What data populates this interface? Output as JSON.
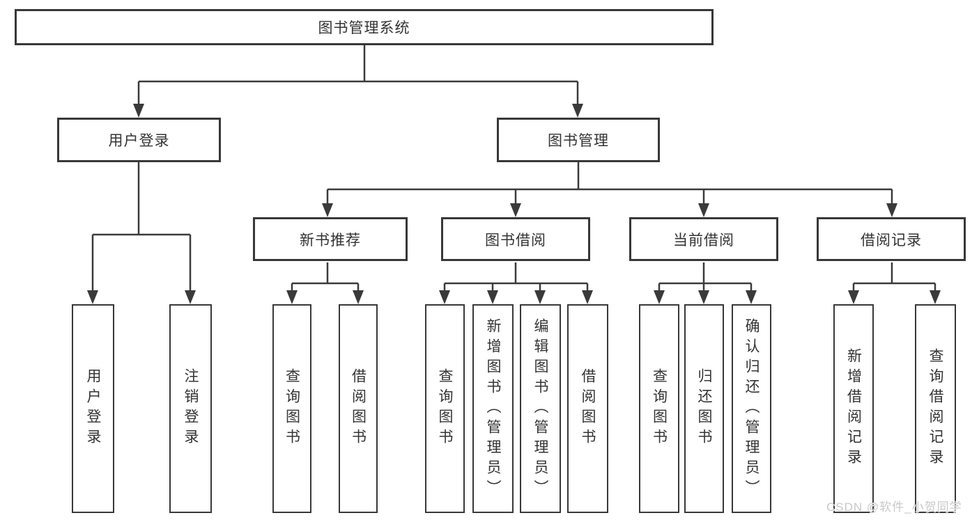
{
  "diagram_title": "图书管理系统",
  "tree": {
    "label": "图书管理系统",
    "children": [
      {
        "label": "用户登录",
        "children": [
          {
            "label": "用户登录"
          },
          {
            "label": "注销登录"
          }
        ]
      },
      {
        "label": "图书管理",
        "children": [
          {
            "label": "新书推荐",
            "children": [
              {
                "label": "查询图书"
              },
              {
                "label": "借阅图书"
              }
            ]
          },
          {
            "label": "图书借阅",
            "children": [
              {
                "label": "查询图书"
              },
              {
                "label": "新增图书（管理员）"
              },
              {
                "label": "编辑图书（管理员）"
              },
              {
                "label": "借阅图书"
              }
            ]
          },
          {
            "label": "当前借阅",
            "children": [
              {
                "label": "查询图书"
              },
              {
                "label": "归还图书"
              },
              {
                "label": "确认归还（管理员）"
              }
            ]
          },
          {
            "label": "借阅记录",
            "children": [
              {
                "label": "新增借阅记录"
              },
              {
                "label": "查询借阅记录"
              }
            ]
          }
        ]
      }
    ]
  },
  "watermark": {
    "text": "CSDN @软件_小贺同学"
  },
  "colors": {
    "line": "#3a3a3a",
    "box_border": "#383838",
    "text": "#333333",
    "watermark": "#c9c9c9",
    "background": "#ffffff"
  }
}
